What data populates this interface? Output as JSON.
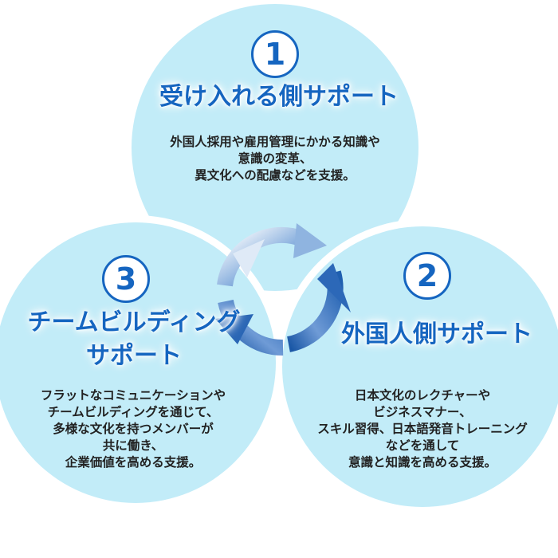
{
  "colors": {
    "circle_fill": "#c2ecf8",
    "accent": "#1565c0",
    "text": "#222222"
  },
  "sections": [
    {
      "number": "1",
      "title_lines": [
        "受け入れる側サポート"
      ],
      "desc_lines": [
        "外国人採用や雇用管理にかかる知識や",
        "意識の変革、",
        "異文化への配慮などを支援。"
      ]
    },
    {
      "number": "2",
      "title_lines": [
        "外国人側サポート"
      ],
      "desc_lines": [
        "日本文化のレクチャーや",
        "ビジネスマナー、",
        "スキル習得、日本語発音トレーニング",
        "などを通して",
        "意識と知識を高める支援。"
      ]
    },
    {
      "number": "3",
      "title_lines": [
        "チームビルディング",
        "サポート"
      ],
      "desc_lines": [
        "フラットなコミュニケーションや",
        "チームビルディングを通じて、",
        "多様な文化を持つメンバーが",
        "共に働き、",
        "企業価値を高める支援。"
      ]
    }
  ]
}
